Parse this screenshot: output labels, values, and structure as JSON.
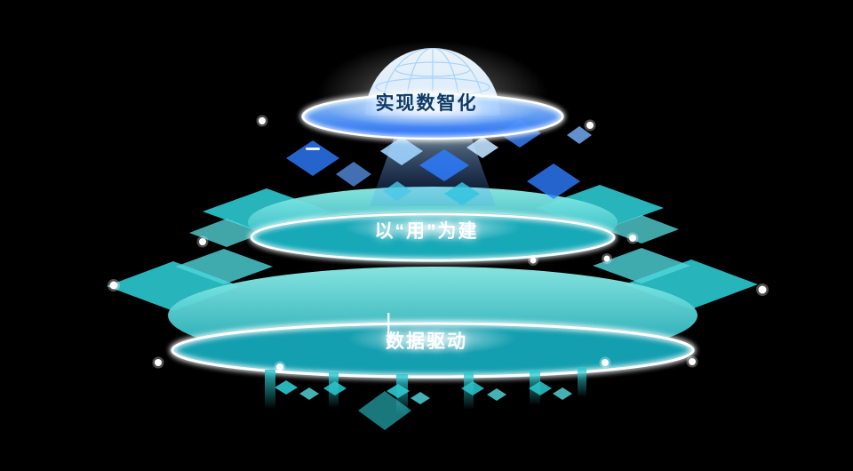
{
  "diagram": {
    "background_color": "#000000",
    "tiers": [
      {
        "id": "top",
        "label": "实现数智化",
        "theme_color": "#2f7bff",
        "label_color": "#0e3a66"
      },
      {
        "id": "middle",
        "label": "以“用”为建",
        "theme_color": "#2cc8cf",
        "label_color": "#ffffff"
      },
      {
        "id": "bottom",
        "label": "数据驱动",
        "theme_color": "#17a9b8",
        "label_color": "#ffffff"
      }
    ],
    "accent_colors": {
      "deep_blue": "#1f6dff",
      "light_blue": "#9fd4ff",
      "teal": "#17a9b8",
      "light_teal": "#8df0ea",
      "rim_white": "#ffffff",
      "dome_grid_blue": "#8ecbff"
    }
  }
}
